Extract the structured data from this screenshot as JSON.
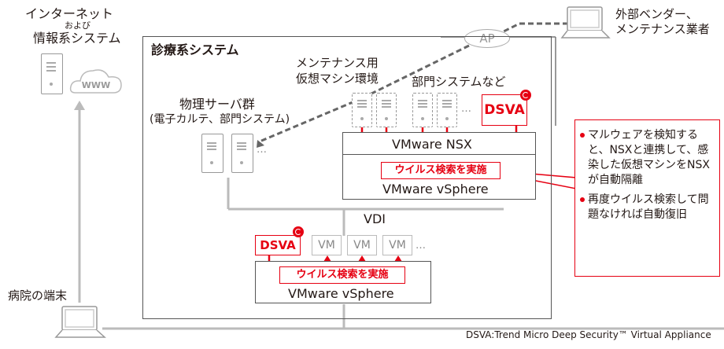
{
  "internet": {
    "title_line1": "インターネット",
    "title_line2": "および",
    "title_line3": "情報系システム",
    "cloud_label": "WWW"
  },
  "vendor": {
    "line1": "外部ベンダー、",
    "line2": "メンテナンス業者"
  },
  "ap_label": "AP",
  "clinical_system": {
    "title": "診療系システム",
    "maintenance_vm": {
      "line1": "メンテナンス用",
      "line2": "仮想マシン環境"
    },
    "department_systems": "部門システムなど",
    "physical_servers": {
      "line1": "物理サーバ群",
      "line2": "(電子カルテ、部門システム)"
    },
    "nsx_label": "VMware NSX",
    "vsphere_label": "VMware vSphere",
    "scan_label": "ウイルス検索を実施",
    "dsva_label": "DSVA",
    "vdi": {
      "title": "VDI",
      "dsva_label": "DSVA",
      "vm_labels": [
        "VM",
        "VM",
        "VM"
      ],
      "scan_label": "ウイルス検索を実施",
      "vsphere_label": "VMware vSphere"
    },
    "ellipsis": "…"
  },
  "callout": {
    "items": [
      "マルウェアを検知すると、NSXと連携して、感染した仮想マシンをNSXが自動隔離",
      "再度ウイルス検索して問題なければ自動復旧"
    ]
  },
  "hospital_terminal": "病院の端末",
  "footnote": "DSVA:Trend Micro Deep Security™ Virtual Appliance",
  "colors": {
    "accent": "#e60012",
    "line_gray": "#bbbbbb",
    "dark_border": "#555555"
  }
}
